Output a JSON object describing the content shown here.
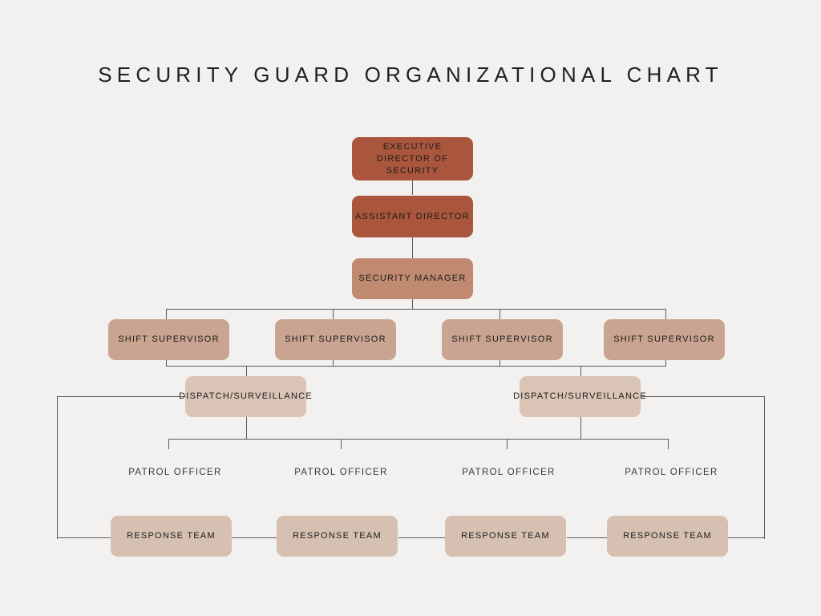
{
  "page": {
    "title": "SECURITY GUARD ORGANIZATIONAL CHART",
    "background_color": "#f2f1ef",
    "line_color": "#5d5b59",
    "text_color": "#1e1c1b"
  },
  "palette": {
    "executive": "#a9563c",
    "assistant": "#a9563c",
    "manager": "#c08a71",
    "shift_supervisor": "#c9a490",
    "dispatch": "#d9c4b6",
    "response_team": "#d5c0b2"
  },
  "chart_data": {
    "type": "diagram",
    "title": "SECURITY GUARD ORGANIZATIONAL CHART",
    "orientation": "top-down",
    "levels": [
      {
        "level": 1,
        "name": "executive",
        "nodes": [
          {
            "label": "EXECUTIVE DIRECTOR OF SECURITY",
            "color": "#a9563c",
            "boxed": true
          }
        ]
      },
      {
        "level": 2,
        "name": "assistant",
        "nodes": [
          {
            "label": "ASSISTANT DIRECTOR",
            "color": "#a9563c",
            "boxed": true
          }
        ]
      },
      {
        "level": 3,
        "name": "manager",
        "nodes": [
          {
            "label": "SECURITY MANAGER",
            "color": "#c08a71",
            "boxed": true
          }
        ]
      },
      {
        "level": 4,
        "name": "shift_supervisors",
        "nodes": [
          {
            "label": "SHIFT SUPERVISOR",
            "color": "#c9a490",
            "boxed": true
          },
          {
            "label": "SHIFT SUPERVISOR",
            "color": "#c9a490",
            "boxed": true
          },
          {
            "label": "SHIFT SUPERVISOR",
            "color": "#c9a490",
            "boxed": true
          },
          {
            "label": "SHIFT SUPERVISOR",
            "color": "#c9a490",
            "boxed": true
          }
        ]
      },
      {
        "level": 5,
        "name": "dispatch",
        "nodes": [
          {
            "label": "DISPATCH/SURVEILLANCE",
            "color": "#d9c4b6",
            "boxed": true
          },
          {
            "label": "DISPATCH/SURVEILLANCE",
            "color": "#d9c4b6",
            "boxed": true
          }
        ]
      },
      {
        "level": 6,
        "name": "patrol_officers",
        "nodes": [
          {
            "label": "PATROL OFFICER",
            "boxed": false
          },
          {
            "label": "PATROL OFFICER",
            "boxed": false
          },
          {
            "label": "PATROL OFFICER",
            "boxed": false
          },
          {
            "label": "PATROL OFFICER",
            "boxed": false
          }
        ]
      },
      {
        "level": 7,
        "name": "response_teams",
        "nodes": [
          {
            "label": "RESPONSE TEAM",
            "color": "#d5c0b2",
            "boxed": true
          },
          {
            "label": "RESPONSE TEAM",
            "color": "#d5c0b2",
            "boxed": true
          },
          {
            "label": "RESPONSE TEAM",
            "color": "#d5c0b2",
            "boxed": true
          },
          {
            "label": "RESPONSE TEAM",
            "color": "#d5c0b2",
            "boxed": true
          }
        ]
      }
    ]
  },
  "nodes": {
    "executive": "EXECUTIVE DIRECTOR OF SECURITY",
    "assistant": "ASSISTANT DIRECTOR",
    "manager": "SECURITY MANAGER",
    "shift_1": "SHIFT SUPERVISOR",
    "shift_2": "SHIFT SUPERVISOR",
    "shift_3": "SHIFT SUPERVISOR",
    "shift_4": "SHIFT SUPERVISOR",
    "dispatch_1": "DISPATCH/SURVEILLANCE",
    "dispatch_2": "DISPATCH/SURVEILLANCE",
    "patrol_1": "PATROL OFFICER",
    "patrol_2": "PATROL OFFICER",
    "patrol_3": "PATROL OFFICER",
    "patrol_4": "PATROL OFFICER",
    "response_1": "RESPONSE TEAM",
    "response_2": "RESPONSE TEAM",
    "response_3": "RESPONSE TEAM",
    "response_4": "RESPONSE TEAM"
  }
}
